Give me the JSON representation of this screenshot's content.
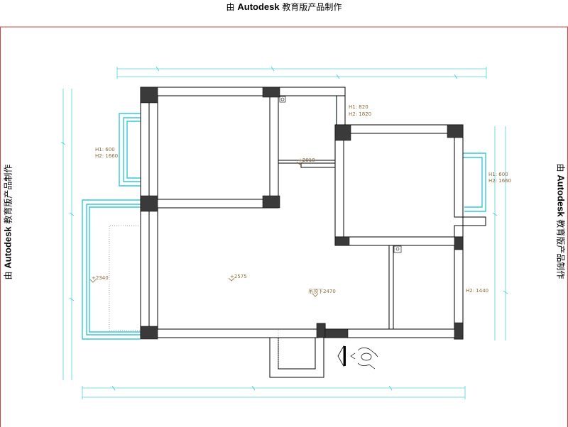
{
  "watermark": {
    "prefix": "由 ",
    "brand": "Autodesk",
    "suffix": " 教育版产品制作"
  },
  "annotations": {
    "window_left_h1": "H1: 600",
    "window_left_h2": "H2: 1660",
    "window_top_h1": "H1: 820",
    "window_top_h2": "H2: 1820",
    "window_right_h1": "H1: 600",
    "window_right_h2": "H2: 1660",
    "window_right_lower_h2": "H2: 1440",
    "ceiling_passage": "+2010",
    "balcony_level": "+2340",
    "living_level": "+2575",
    "ceiling_drop": "吊顶下2470"
  },
  "colors": {
    "wall_outline": "#000000",
    "column_fill": "#3a3a3a",
    "window_cyan": "#35c8d8",
    "dimension_cyan": "#4fd0dc",
    "annotation_brown": "#8a6a3a",
    "frame_red": "#cc4444"
  },
  "icons": {
    "entry_marker": "entry-arrow-icon",
    "figure": "person-figure-icon"
  }
}
